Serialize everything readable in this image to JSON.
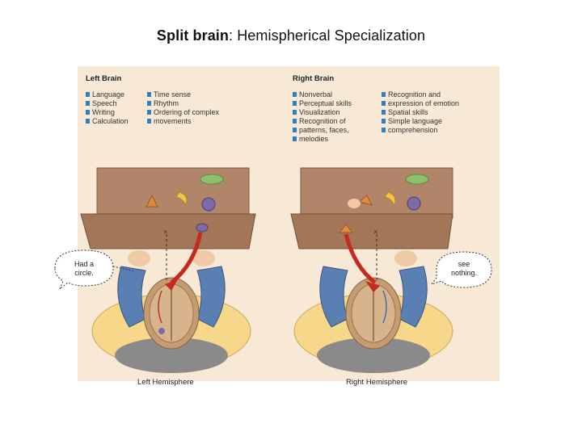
{
  "title": {
    "bold": "Split brain",
    "rest": ": Hemispherical Specialization"
  },
  "left": {
    "heading": "Left Brain",
    "col1": [
      "Language",
      "Speech",
      "Writing",
      "Calculation"
    ],
    "col2": [
      "Time sense",
      "Rhythm",
      "Ordering of complex",
      "movements"
    ],
    "bubble": [
      "Had a",
      "circle."
    ],
    "hemisphere": "Left Hemisphere"
  },
  "right": {
    "heading": "Right Brain",
    "col1": [
      "Nonverbal",
      "Perceptual skills",
      "Visualization",
      "Recognition of",
      "patterns, faces,",
      "melodies"
    ],
    "col2": [
      "Recognition and",
      "expression of emotion",
      "Spatial skills",
      "Simple language",
      "comprehension"
    ],
    "bubble": [
      "see",
      "nothing."
    ],
    "hemisphere": "Right Hemisphere"
  },
  "colors": {
    "bullet": "#2f7fbf",
    "background_panel": "#f6e7d1",
    "box": "#a97c5d",
    "arrow": "#c62a1f"
  }
}
